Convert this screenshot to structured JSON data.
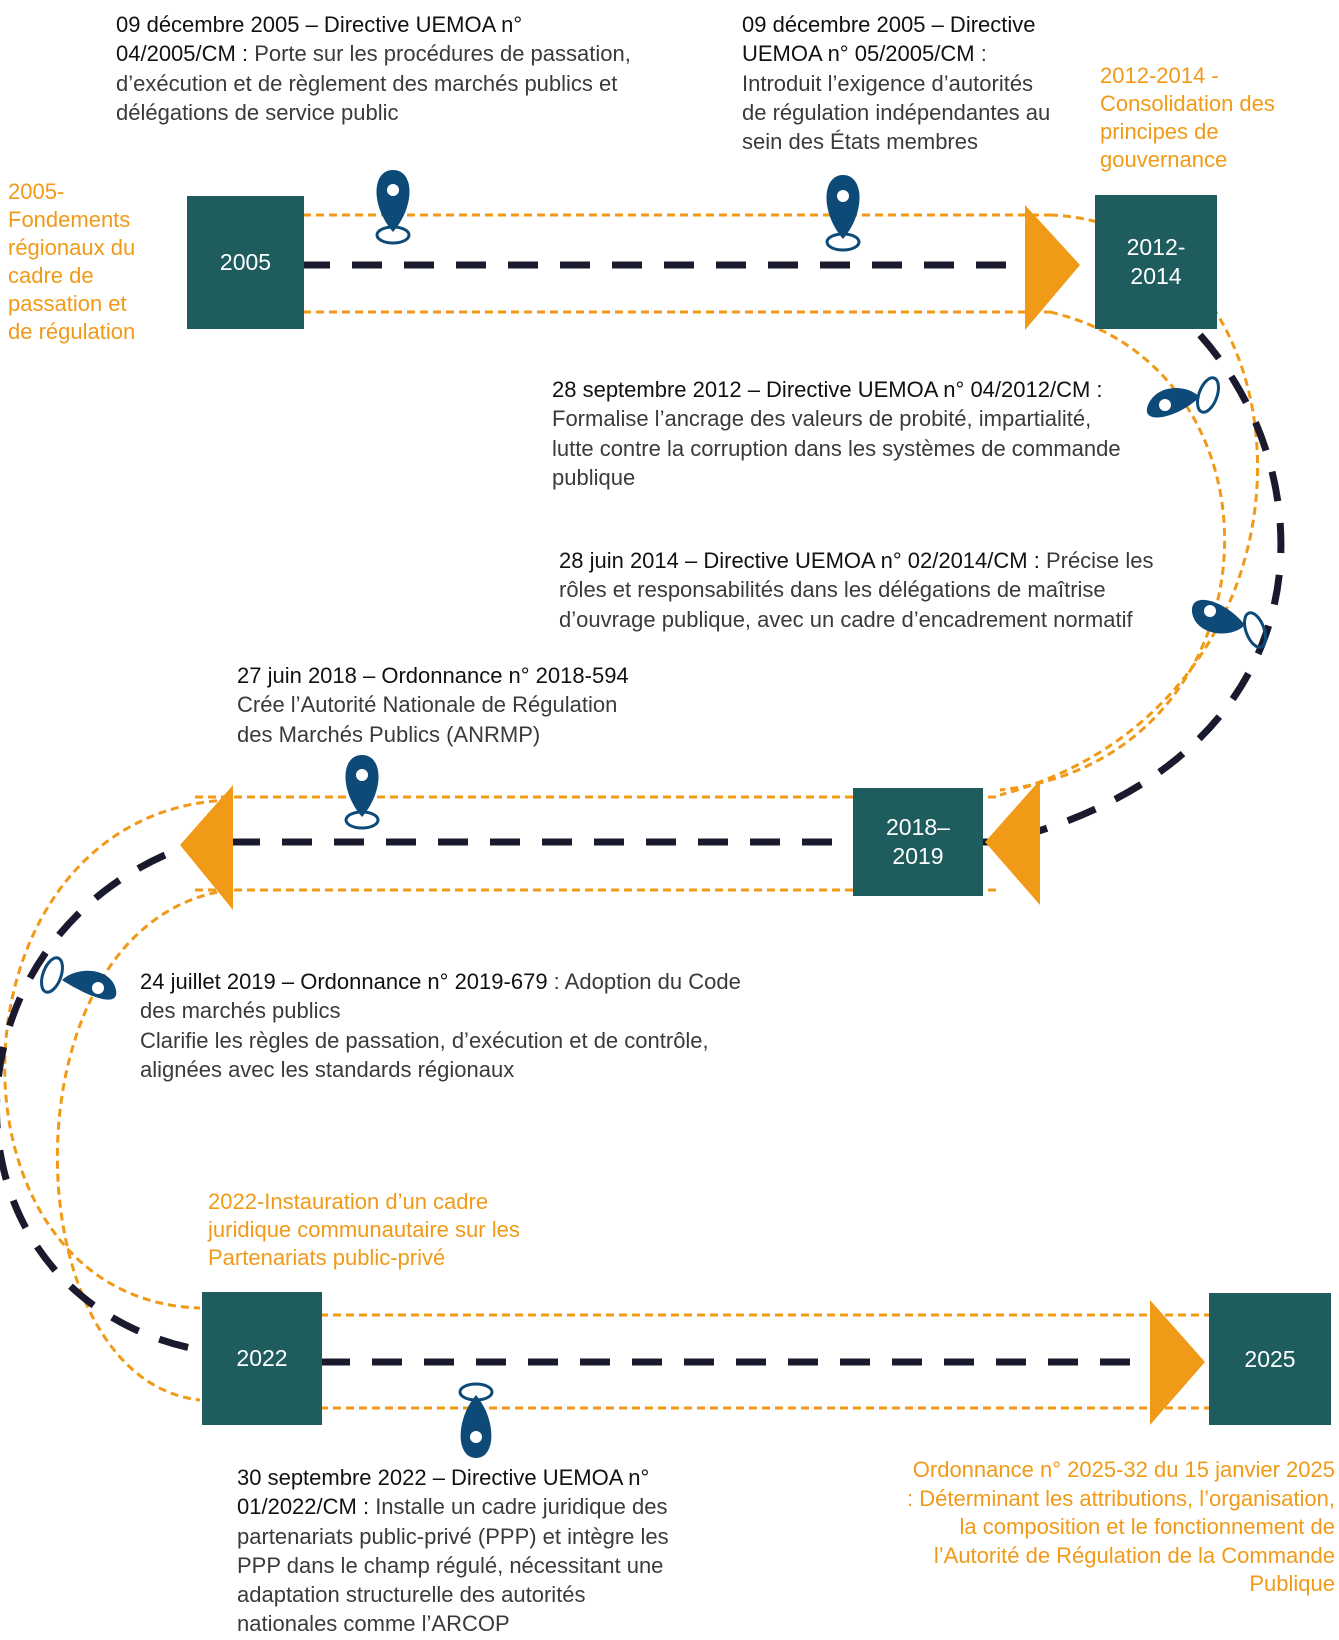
{
  "colors": {
    "box": "#1f5c5e",
    "accent": "#f09a18",
    "pin": "#0d4a78",
    "road_center": "#1a1a2e"
  },
  "years": {
    "y2005": "2005",
    "y2012": "2012-\n2014",
    "y2018": "2018–\n2019",
    "y2022": "2022",
    "y2025": "2025"
  },
  "periods": {
    "p2005": " 2005-\nFondements\nrégionaux du\ncadre de\npassation et\nde régulation",
    "p2012": "2012-2014 -\nConsolidation des\nprincipes de\ngouvernance",
    "p2022": "2022-Instauration d’un cadre\njuridique communautaire sur les\nPartenariats public-privé"
  },
  "events": {
    "e2005a": {
      "head": "09 décembre 2005 – Directive UEMOA n°\n04/2005/CM : ",
      "body": "Porte sur les procédures de passation,\nd’exécution et de règlement des marchés publics et\ndélégations de service public"
    },
    "e2005b": {
      "head": "09 décembre 2005 – Directive\nUEMOA n° 05/2005/CM",
      "body": " :\nIntroduit l’exigence d’autorités\nde régulation indépendantes au\nsein des États membres"
    },
    "e2012": {
      "head": "28 septembre 2012 – Directive UEMOA n° 04/2012/CM :",
      "body": "\nFormalise l’ancrage des valeurs de probité, impartialité,\nlutte contre la corruption dans les systèmes de commande\npublique"
    },
    "e2014": {
      "head": "28 juin 2014 – Directive UEMOA n° 02/2014/CM : ",
      "body": "Précise les\nrôles et responsabilités dans les délégations de maîtrise\nd’ouvrage publique, avec un cadre d’encadrement normatif"
    },
    "e2018": {
      "head": "27 juin 2018 – Ordonnance n° 2018-594",
      "body": "\nCrée l’Autorité Nationale de Régulation\ndes Marchés Publics (ANRMP)"
    },
    "e2019": {
      "head": "24 juillet 2019 – Ordonnance n° 2019-679",
      "body": " : Adoption du Code\ndes marchés publics\nClarifie les règles de passation, d’exécution et de contrôle,\nalignées avec les standards régionaux"
    },
    "e2022": {
      "head": "30 septembre 2022 – Directive UEMOA n°\n01/2022/CM : ",
      "body": " Installe un cadre juridique des\npartenariats public-privé (PPP) et intègre les\nPPP dans le champ régulé, nécessitant une\nadaptation structurelle des autorités\nnationales comme l’ARCOP"
    }
  },
  "final": "Ordonnance n° 2025-32 du 15 janvier 2025\n: Déterminant les attributions, l’organisation,\nla composition et le fonctionnement de\nl’Autorité de Régulation de la Commande\nPublique"
}
